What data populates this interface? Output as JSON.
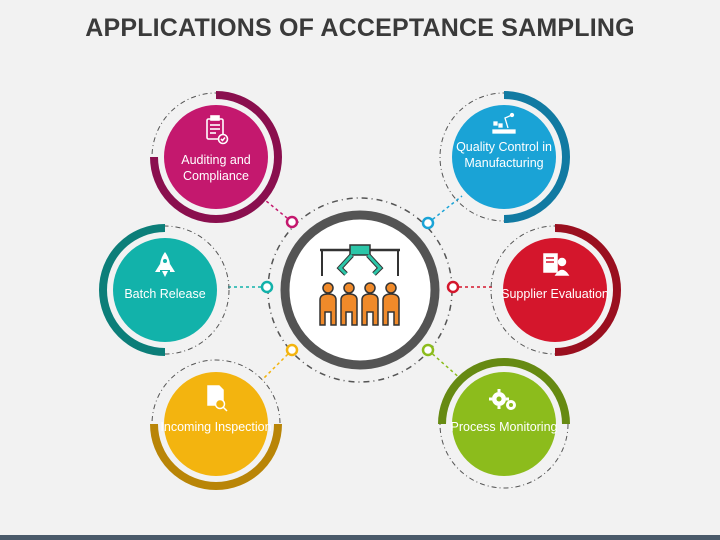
{
  "title": "APPLICATIONS OF ACCEPTANCE SAMPLING",
  "center": {
    "icon": "inspection-conveyor-icon"
  },
  "nodes": [
    {
      "label": "Auditing and Compliance",
      "icon": "clipboard-check-icon",
      "color": "#c4186e"
    },
    {
      "label": "Batch Release",
      "icon": "rocket-icon",
      "color": "#12b2aa"
    },
    {
      "label": "Incoming Inspection",
      "icon": "document-search-icon",
      "color": "#f3b40f"
    },
    {
      "label": "Quality Control in Manufacturing",
      "icon": "robot-arm-icon",
      "color": "#1aa3d6"
    },
    {
      "label": "Supplier Evaluation",
      "icon": "resume-person-icon",
      "color": "#d4162c"
    },
    {
      "label": "Process Monitoring",
      "icon": "gears-icon",
      "color": "#8cbc1c"
    }
  ],
  "colors": {
    "background": "#f2f2f2",
    "title": "#3a3a3a",
    "center_ring": "#545454"
  }
}
